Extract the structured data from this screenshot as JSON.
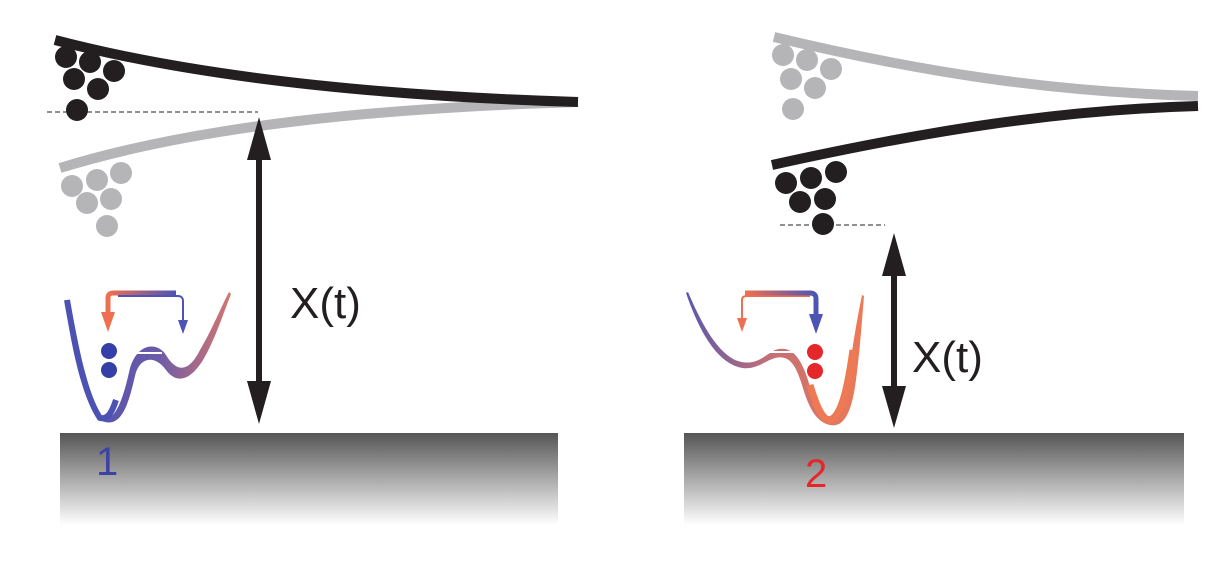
{
  "panels": [
    {
      "id": "1",
      "distance_label": "X(t)",
      "state_label": "1",
      "state_color": "#3b43a5",
      "dot_color": "#3440a8"
    },
    {
      "id": "2",
      "distance_label": "X(t)",
      "state_label": "2",
      "state_color": "#e5262a",
      "dot_color": "#e5262a"
    }
  ],
  "colors": {
    "active_cantilever": "#231f20",
    "inactive_cantilever": "#b5b5b7",
    "potential_left": "#5055b0",
    "potential_right": "#e8795a",
    "substrate_top": "#555555",
    "substrate_bottom": "#ffffff"
  }
}
